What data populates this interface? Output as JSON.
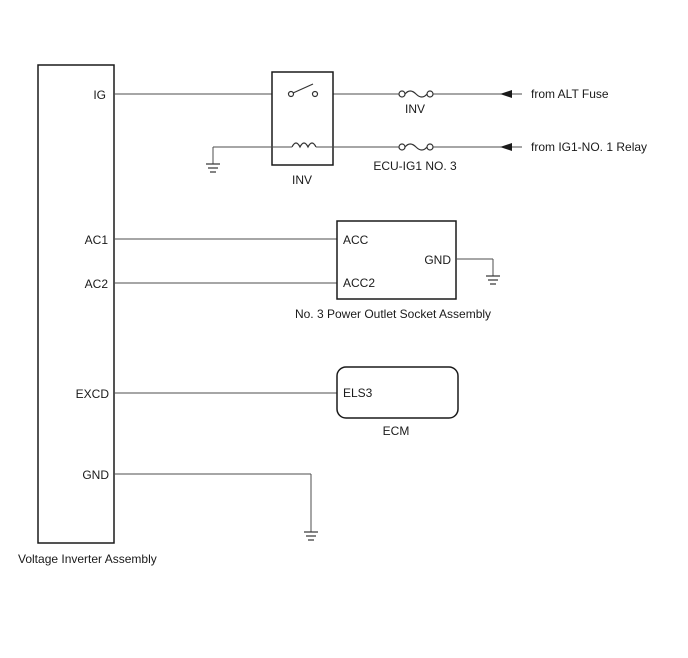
{
  "inverter": {
    "name": "Voltage Inverter Assembly",
    "pins": {
      "ig": "IG",
      "ac1": "AC1",
      "ac2": "AC2",
      "excd": "EXCD",
      "gnd": "GND"
    }
  },
  "relay": {
    "name": "INV"
  },
  "fuses": {
    "inv": "INV",
    "ecu_ig1": "ECU-IG1 NO. 3"
  },
  "sources": {
    "alt_fuse": "from ALT Fuse",
    "ig1_relay": "from IG1-NO. 1 Relay"
  },
  "outlet": {
    "name": "No. 3 Power Outlet Socket Assembly",
    "pins": {
      "acc": "ACC",
      "acc2": "ACC2",
      "gnd": "GND"
    }
  },
  "ecm": {
    "name": "ECM",
    "pins": {
      "els3": "ELS3"
    }
  }
}
